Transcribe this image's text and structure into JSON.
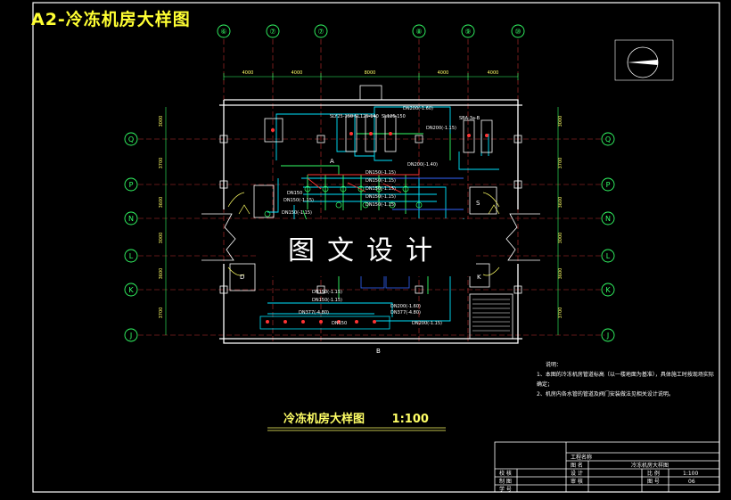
{
  "drawing": {
    "banner_title": "A2-冷冻机房大样图",
    "plan_title": "冷冻机房大样图",
    "scale": "1:100",
    "watermark": "图文设计"
  },
  "grid": {
    "columns": [
      "⑥",
      "⑦",
      "⑦",
      "⑧",
      "⑨",
      "⑩"
    ],
    "rows": [
      "Q",
      "P",
      "N",
      "L",
      "K",
      "J"
    ],
    "top_dimensions": [
      "4000",
      "4000",
      "8000",
      "4000",
      "4000"
    ],
    "side_dimensions": [
      "3000",
      "3700",
      "3600",
      "3000",
      "3600",
      "3700"
    ]
  },
  "pipe_labels": [
    "DN200(-1.60)",
    "SLY25-150",
    "SL125-140",
    "SL125-150",
    "DN200(-1.15)",
    "DN200(-1.40)",
    "DN150(-1.15)",
    "DN150(-1.15)",
    "DN150(-1.15)",
    "DN150(-1.15)",
    "DN150(-1.15)",
    "DN150",
    "DN150(-1.15)",
    "DN150(-1.15)",
    "DN200(-1.60)",
    "DN377(-4.80)",
    "DN150(-1.15)",
    "DN150(-1.15)",
    "DN200(-1.15)",
    "DN377(-4.80)",
    "DN150",
    "SBA-3a-B"
  ],
  "room_labels": [
    "S",
    "D",
    "K",
    "A",
    "B"
  ],
  "notes": {
    "heading": "说明：",
    "line1": "1、本图的冷冻机房管道标高（以一楼地面为基准），具体施工时按现场实际确定；",
    "line2": "2、机房内各水管的管道及阀门安装做法见相关设计说明。"
  },
  "title_block": {
    "project_label": "工程名称",
    "drawing_label": "图  名",
    "drawing_name": "冷冻机房大样图",
    "checker_label": "校  核",
    "designer_label": "设  计",
    "scale_label": "比  例",
    "scale_value": "1:100",
    "drawer_label": "制  图",
    "approver_label": "审  核",
    "number_label": "图  号",
    "number_value": "06",
    "student_label": "学  号"
  }
}
